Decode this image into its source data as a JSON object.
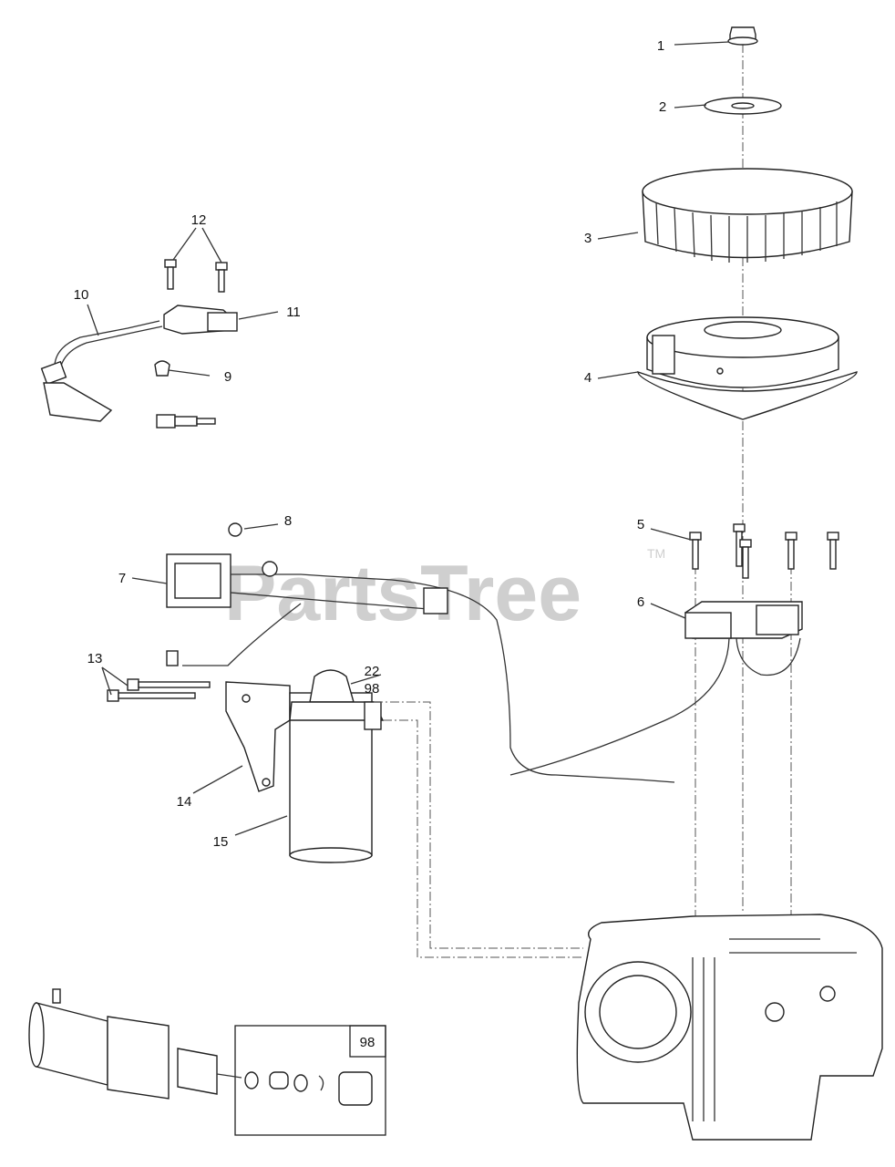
{
  "callouts": {
    "c1": "1",
    "c2": "2",
    "c3": "3",
    "c4": "4",
    "c5": "5",
    "c6": "6",
    "c7": "7",
    "c8": "8",
    "c9": "9",
    "c10": "10",
    "c11": "11",
    "c12": "12",
    "c13": "13",
    "c14": "14",
    "c15": "15",
    "c22": "22",
    "c98": "98"
  },
  "inset_label": "98",
  "watermark": {
    "text": "PartsTree",
    "tm": "TM"
  },
  "colors": {
    "line": "#222222",
    "watermark": "#cfcfcf",
    "background": "#ffffff"
  }
}
